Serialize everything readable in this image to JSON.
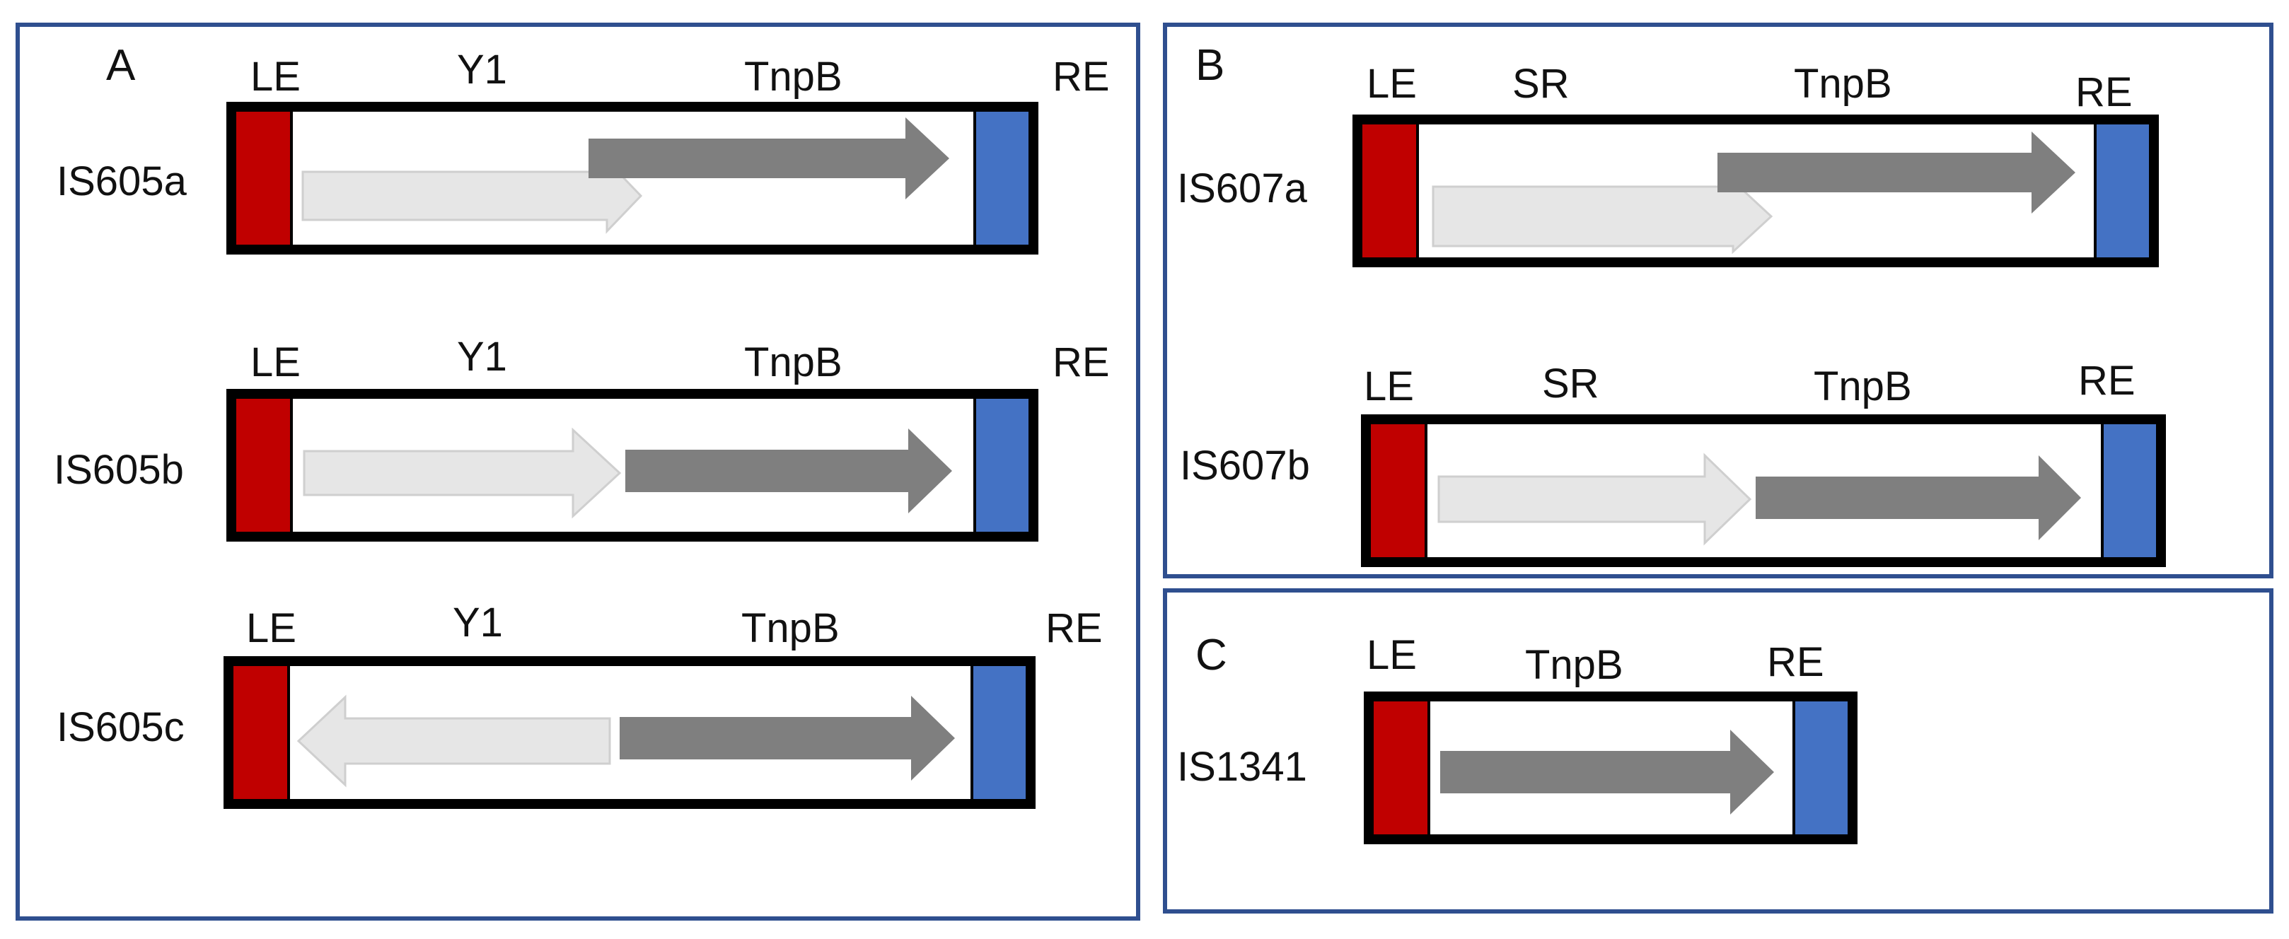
{
  "colors": {
    "panel_border": "#2f4f8f",
    "left_end": "#c00000",
    "right_end": "#4472c4",
    "light_arrow": "#e6e6e6",
    "light_arrow_stroke": "#cfcfcf",
    "dark_arrow": "#7f7f7f"
  },
  "panels": {
    "a": {
      "letter": "A"
    },
    "b": {
      "letter": "B"
    },
    "c": {
      "letter": "C"
    }
  },
  "elements": {
    "is605a": {
      "name": "IS605a",
      "le": "LE",
      "gene1": "Y1",
      "gene2": "TnpB",
      "re": "RE",
      "gene1_direction": "forward",
      "gene2_direction": "forward"
    },
    "is605b": {
      "name": "IS605b",
      "le": "LE",
      "gene1": "Y1",
      "gene2": "TnpB",
      "re": "RE",
      "gene1_direction": "forward",
      "gene2_direction": "forward"
    },
    "is605c": {
      "name": "IS605c",
      "le": "LE",
      "gene1": "Y1",
      "gene2": "TnpB",
      "re": "RE",
      "gene1_direction": "reverse",
      "gene2_direction": "forward"
    },
    "is607a": {
      "name": "IS607a",
      "le": "LE",
      "gene1": "SR",
      "gene2": "TnpB",
      "re": "RE",
      "gene1_direction": "forward",
      "gene2_direction": "forward"
    },
    "is607b": {
      "name": "IS607b",
      "le": "LE",
      "gene1": "SR",
      "gene2": "TnpB",
      "re": "RE",
      "gene1_direction": "forward",
      "gene2_direction": "forward"
    },
    "is1341": {
      "name": "IS1341",
      "le": "LE",
      "gene2": "TnpB",
      "re": "RE",
      "gene2_direction": "forward"
    }
  }
}
